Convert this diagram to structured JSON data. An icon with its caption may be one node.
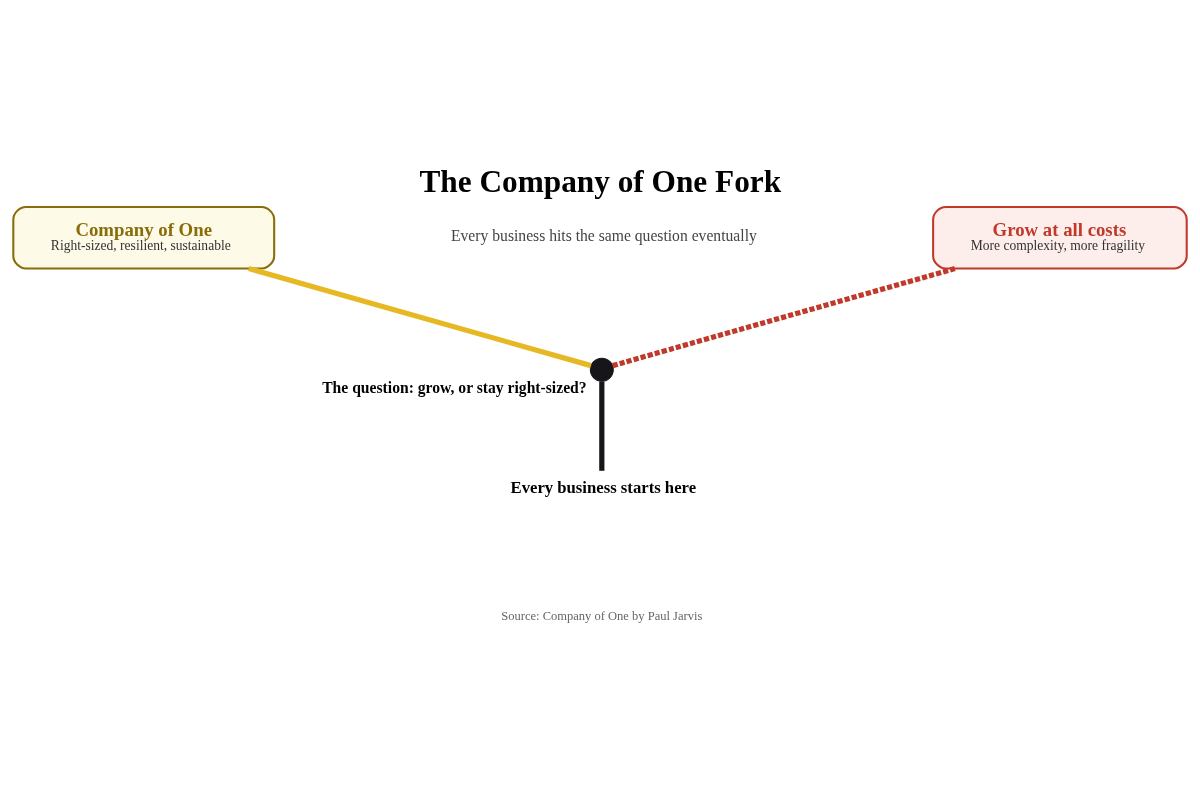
{
  "diagram": {
    "title": "The Company of One Fork",
    "caption": "Source: Company of One by Paul Jarvis",
    "nodes": [
      {
        "text": [
          "Company of One",
          "Right-sized, resilient, sustainable"
        ]
      },
      {
        "text": [
          "Grow at all costs",
          "More complexity, more fragility"
        ]
      },
      {
        "text": [],
        "shape": "circle",
        "beside": [
          "The question: grow, or stay right-sized?"
        ]
      },
      {
        "text": [
          "Every business starts here"
        ]
      }
    ],
    "edges": [
      {
        "from": 3,
        "to": 2,
        "arrow": "none",
        "color": "#16161a"
      },
      {
        "from": 2,
        "to": 0,
        "arrow": "none",
        "color": "#e6b824"
      },
      {
        "from": 2,
        "to": 1,
        "arrow": "none",
        "style": "dashed",
        "color": "#c0392b"
      }
    ],
    "labels": [
      "Every business hits the same question eventually"
    ]
  }
}
